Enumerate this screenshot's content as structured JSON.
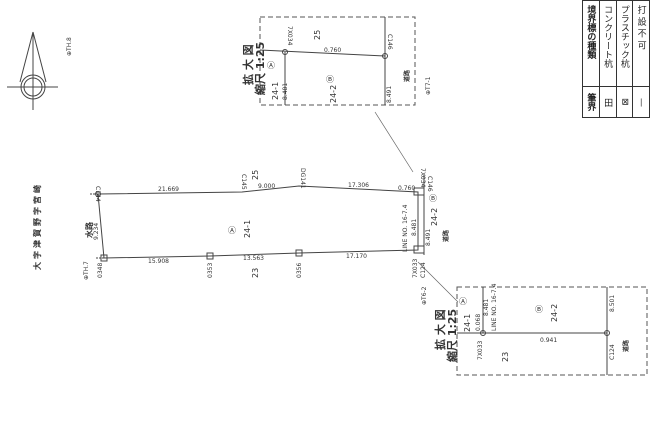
{
  "title": "大字津賀野字宮崎",
  "legend": {
    "header": "境界標の種類",
    "header_symbol": "筆界",
    "rows": [
      {
        "label": "コンクリート杭",
        "symbol": "田"
      },
      {
        "label": "プラスチック杭",
        "symbol": "⊠"
      },
      {
        "label": "打 設 不 可",
        "symbol": "—"
      }
    ]
  },
  "benchmarks": {
    "th8": "⊕TH.8",
    "th7": "⊕TH.7",
    "t7": "⊕T7-1",
    "t6": "⊕T6-2"
  },
  "main": {
    "points": {
      "c144": "C144",
      "c145": "C145",
      "dg141": "DG141",
      "x034": "7X034",
      "c146": "C146",
      "p0348": "0348",
      "p0353": "0353",
      "p0356": "0356",
      "x033": "7X033",
      "c124": "C124"
    },
    "distances": {
      "top1": "21.669",
      "top2": "9.000",
      "top3": "17.306",
      "top4": "0.760",
      "left": "9.234",
      "bot1": "15.908",
      "bot2": "13.563",
      "bot3": "17.170",
      "right1": "8.481",
      "right2": "8.491",
      "line_no": "LINE NO. 16-7.4"
    },
    "parcels": {
      "a_mark": "Ⓐ",
      "a": "24-1",
      "b_mark": "Ⓑ",
      "b": "24-2",
      "n25": "25",
      "n23": "23"
    },
    "waterway": "水路",
    "road": "道路"
  },
  "inset_top": {
    "title": "拡 大 図",
    "scale": "縮尺 1:25",
    "a_mark": "Ⓐ",
    "a": "24-1",
    "b_mark": "Ⓑ",
    "b": "24-2",
    "n25": "25",
    "d1": "8.481",
    "d2": "0.760",
    "d3": "8.491",
    "p1": "7X034",
    "p2": "C146",
    "road": "道路"
  },
  "inset_bottom": {
    "title": "拡 大 図",
    "scale": "縮尺 1:25",
    "a_mark": "Ⓐ",
    "a": "24-1",
    "b_mark": "Ⓑ",
    "b": "24-2",
    "n23": "23",
    "d1": "8.481",
    "d2": "0.068",
    "d3": "0.941",
    "d4": "8.501",
    "line_no": "LINE NO. 16-7.4",
    "p1": "7X033",
    "p2": "C124",
    "road": "道路"
  }
}
